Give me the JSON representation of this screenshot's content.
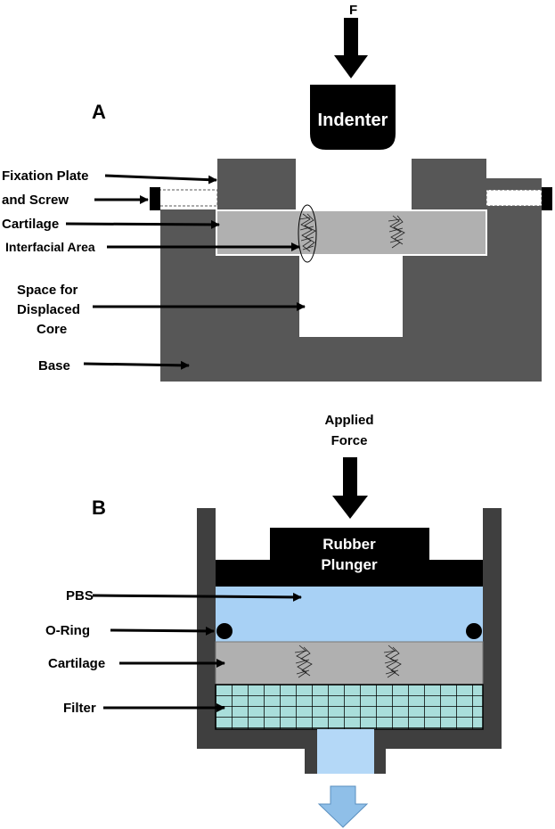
{
  "panel_a": {
    "letter": "A",
    "force_label": "F",
    "indenter_label": "Indenter",
    "labels": {
      "fixation_line1": "Fixation Plate",
      "fixation_line2": "and Screw",
      "cartilage": "Cartilage",
      "interfacial": "Interfacial Area",
      "space_line1": "Space for",
      "space_line2": "Displaced",
      "space_line3": "Core",
      "base": "Base"
    }
  },
  "panel_b": {
    "letter": "B",
    "force_line1": "Applied",
    "force_line2": "Force",
    "plunger_line1": "Rubber",
    "plunger_line2": "Plunger",
    "labels": {
      "pbs": "PBS",
      "oring": "O-Ring",
      "cartilage": "Cartilage",
      "filter": "Filter"
    }
  },
  "colors": {
    "dark_gray": "#575757",
    "black": "#000000",
    "cartilage_gray": "#b0b0b0",
    "pbs_blue": "#a8d1f5",
    "filter_cyan": "#a9dedb",
    "outflow_blue": "#b4d8f7",
    "container_gray": "#3f3f3f"
  }
}
